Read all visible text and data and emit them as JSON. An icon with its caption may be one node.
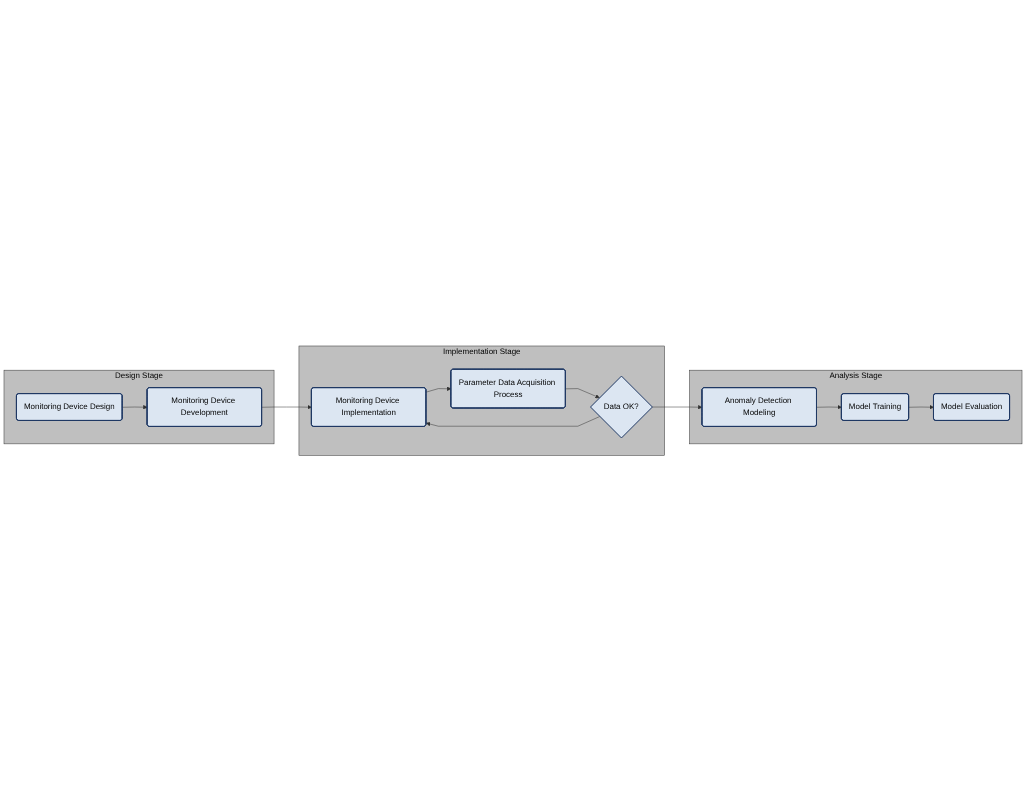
{
  "diagram": {
    "nodes": [
      {
        "text": [
          "Design Stage"
        ]
      },
      {
        "text": [
          "Monitoring Device Design"
        ],
        "in": 0
      },
      {
        "text": [
          "Monitoring Device Development"
        ],
        "in": 0
      },
      {
        "text": [
          "Implementation Stage"
        ]
      },
      {
        "text": [
          "Monitoring Device Implementation"
        ],
        "in": 3
      },
      {
        "text": [
          "Parameter Data Acquisition Process"
        ],
        "in": 3
      },
      {
        "text": [
          "Data OK?"
        ],
        "in": 3
      },
      {
        "text": [
          "Analysis Stage"
        ]
      },
      {
        "text": [
          "Anomaly Detection Modeling"
        ],
        "in": 7
      },
      {
        "text": [
          "Model Training"
        ],
        "in": 7
      },
      {
        "text": [
          "Model Evaluation"
        ],
        "in": 7
      }
    ],
    "edges": [
      {
        "from": 1,
        "to": 2,
        "arrow": "to"
      },
      {
        "from": 2,
        "to": 4,
        "arrow": "to"
      },
      {
        "from": 4,
        "to": 5,
        "arrow": "to"
      },
      {
        "from": 5,
        "to": 6,
        "arrow": "to"
      },
      {
        "from": 6,
        "to": 4,
        "arrow": "to"
      },
      {
        "from": 6,
        "to": 8,
        "arrow": "to"
      },
      {
        "from": 8,
        "to": 9,
        "arrow": "to"
      },
      {
        "from": 9,
        "to": 10,
        "arrow": "to"
      }
    ]
  }
}
